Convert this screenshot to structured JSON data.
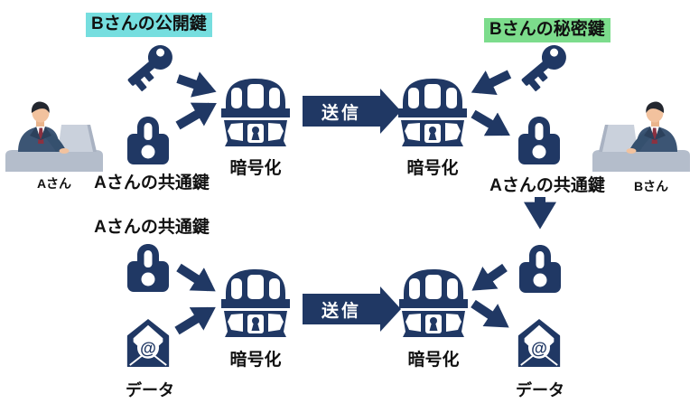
{
  "labels": {
    "public_key": "Bさんの公開鍵",
    "private_key": "Bさんの秘密鍵",
    "common_key": "Aさんの共通鍵",
    "encrypt": "暗号化",
    "send": "送信",
    "data": "データ",
    "person_a": "Aさん",
    "person_b": "Bさん"
  },
  "colors": {
    "icon_navy": "#203864",
    "public_key_highlight": "#76DEDF",
    "private_key_highlight": "#7CDC8C",
    "text": "#111111",
    "send_text": "#FFFFFF"
  },
  "icons": {
    "key": "key-icon",
    "lock": "padlock-icon",
    "chest": "treasure-chest-icon",
    "envelope": "email-envelope-icon",
    "person": "person-at-laptop-icon",
    "arrow": "flow-arrow-icon"
  }
}
